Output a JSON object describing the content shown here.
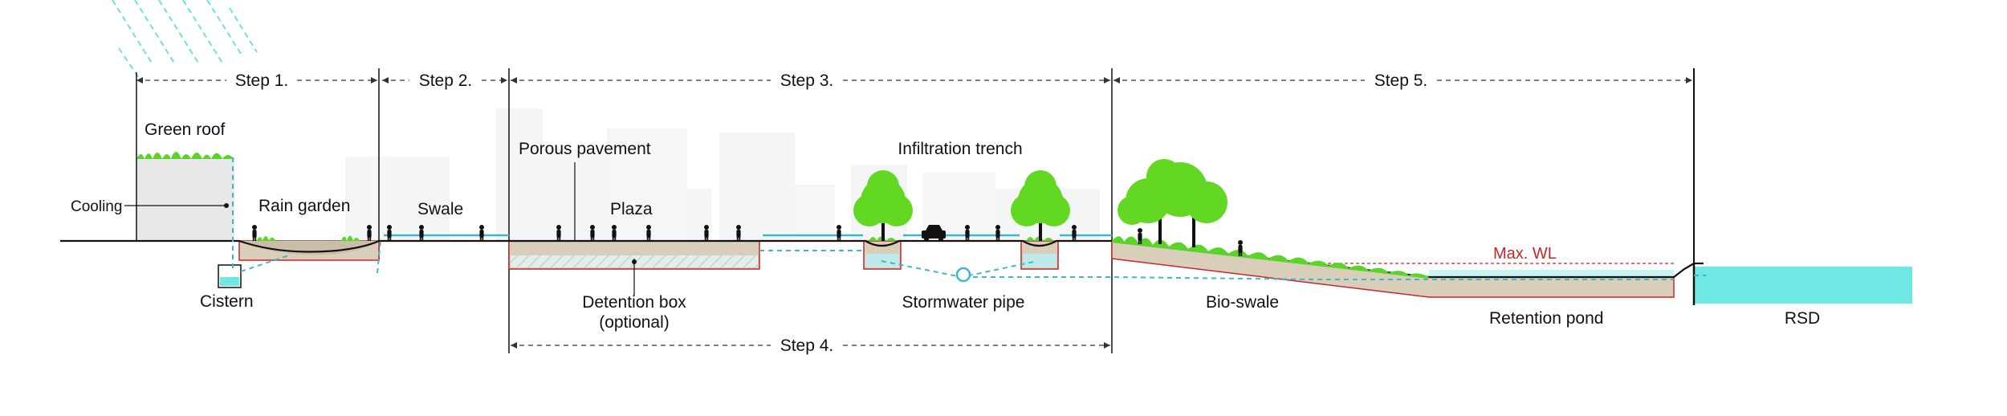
{
  "steps": {
    "step1": "Step 1.",
    "step2": "Step 2.",
    "step3": "Step 3.",
    "step4": "Step 4.",
    "step5": "Step 5."
  },
  "labels": {
    "green_roof": "Green roof",
    "cooling": "Cooling",
    "rain_garden": "Rain garden",
    "cistern": "Cistern",
    "swale": "Swale",
    "porous_pavement": "Porous pavement",
    "plaza": "Plaza",
    "detention_box_line1": "Detention box",
    "detention_box_line2": "(optional)",
    "infiltration_trench": "Infiltration trench",
    "stormwater_pipe": "Stormwater pipe",
    "bio_swale": "Bio-swale",
    "max_wl": "Max. WL",
    "retention_pond": "Retention pond",
    "rsd": "RSD"
  },
  "colors": {
    "water": "#6fe8e4",
    "flow_line": "#3fb7c9",
    "vegetation": "#5bd42a",
    "tree": "#63d822",
    "soil": "#d8ceba",
    "soil_border": "#c9252c",
    "building": "#ececec",
    "background_building": "#f3f5f6",
    "max_wl": "#c9252c"
  },
  "icons": [
    "person-icon",
    "car-icon",
    "tree-icon",
    "grass-icon",
    "rain-icon"
  ]
}
